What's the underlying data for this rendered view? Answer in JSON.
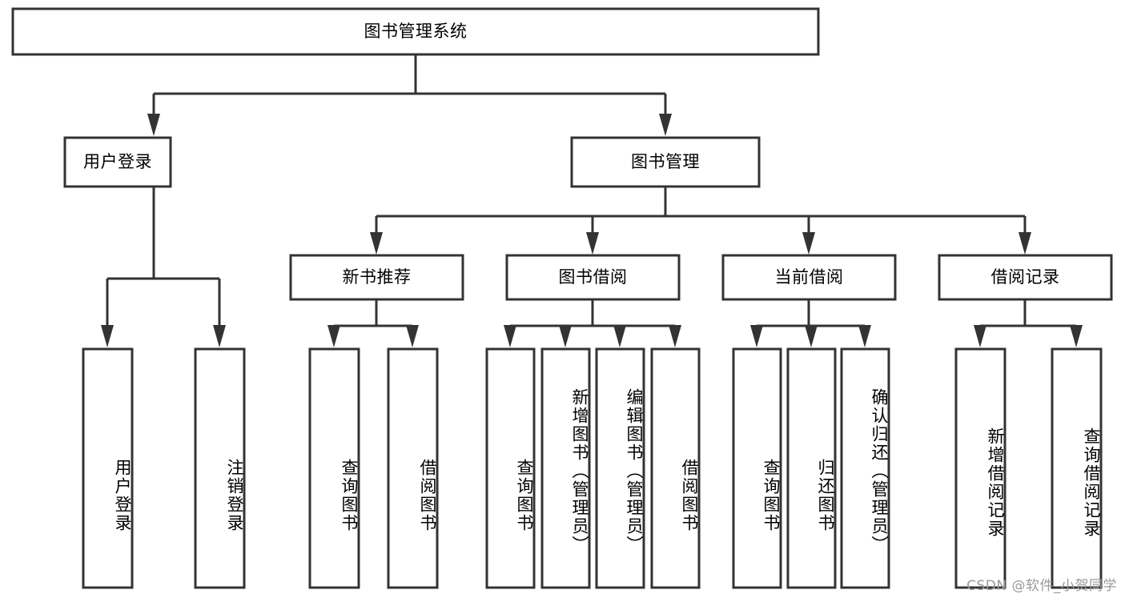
{
  "diagram": {
    "type": "tree-hierarchy-chart",
    "title": "图书管理系统",
    "root": {
      "id": "root",
      "label": "图书管理系统",
      "orientation": "horizontal"
    },
    "level1": [
      {
        "id": "user-login",
        "label": "用户登录",
        "orientation": "horizontal"
      },
      {
        "id": "book-management",
        "label": "图书管理",
        "orientation": "horizontal"
      }
    ],
    "level2": [
      {
        "id": "new-book-recommend",
        "label": "新书推荐",
        "orientation": "horizontal",
        "parent": "book-management"
      },
      {
        "id": "book-borrow",
        "label": "图书借阅",
        "orientation": "horizontal",
        "parent": "book-management"
      },
      {
        "id": "current-borrow",
        "label": "当前借阅",
        "orientation": "horizontal",
        "parent": "book-management"
      },
      {
        "id": "borrow-record",
        "label": "借阅记录",
        "orientation": "horizontal",
        "parent": "book-management"
      }
    ],
    "leaves": [
      {
        "id": "leaf-user-login",
        "label": "用户登录",
        "orientation": "vertical",
        "parent": "user-login"
      },
      {
        "id": "leaf-logout-login",
        "label": "注销登录",
        "orientation": "vertical",
        "parent": "user-login"
      },
      {
        "id": "leaf-query-book-1",
        "label": "查询图书",
        "orientation": "vertical",
        "parent": "new-book-recommend"
      },
      {
        "id": "leaf-borrow-book-1",
        "label": "借阅图书",
        "orientation": "vertical",
        "parent": "new-book-recommend"
      },
      {
        "id": "leaf-query-book-2",
        "label": "查询图书",
        "orientation": "vertical",
        "parent": "book-borrow"
      },
      {
        "id": "leaf-add-book",
        "label": "新增图书（管理员）",
        "orientation": "vertical",
        "parent": "book-borrow"
      },
      {
        "id": "leaf-edit-book",
        "label": "编辑图书（管理员）",
        "orientation": "vertical",
        "parent": "book-borrow"
      },
      {
        "id": "leaf-borrow-book-2",
        "label": "借阅图书",
        "orientation": "vertical",
        "parent": "book-borrow"
      },
      {
        "id": "leaf-query-book-3",
        "label": "查询图书",
        "orientation": "vertical",
        "parent": "current-borrow"
      },
      {
        "id": "leaf-return-book",
        "label": "归还图书",
        "orientation": "vertical",
        "parent": "current-borrow"
      },
      {
        "id": "leaf-confirm-return",
        "label": "确认归还（管理员）",
        "orientation": "vertical",
        "parent": "current-borrow"
      },
      {
        "id": "leaf-add-borrow-record",
        "label": "新增借阅记录",
        "orientation": "vertical",
        "parent": "borrow-record"
      },
      {
        "id": "leaf-query-borrow-record",
        "label": "查询借阅记录",
        "orientation": "vertical",
        "parent": "borrow-record"
      }
    ],
    "colors": {
      "box_stroke": "#333333",
      "box_fill": "#ffffff",
      "connector": "#333333",
      "text": "#000000",
      "background": "#ffffff",
      "watermark": "#9a9a9a"
    }
  },
  "watermark": {
    "text": "CSDN @软件_小贺同学"
  }
}
